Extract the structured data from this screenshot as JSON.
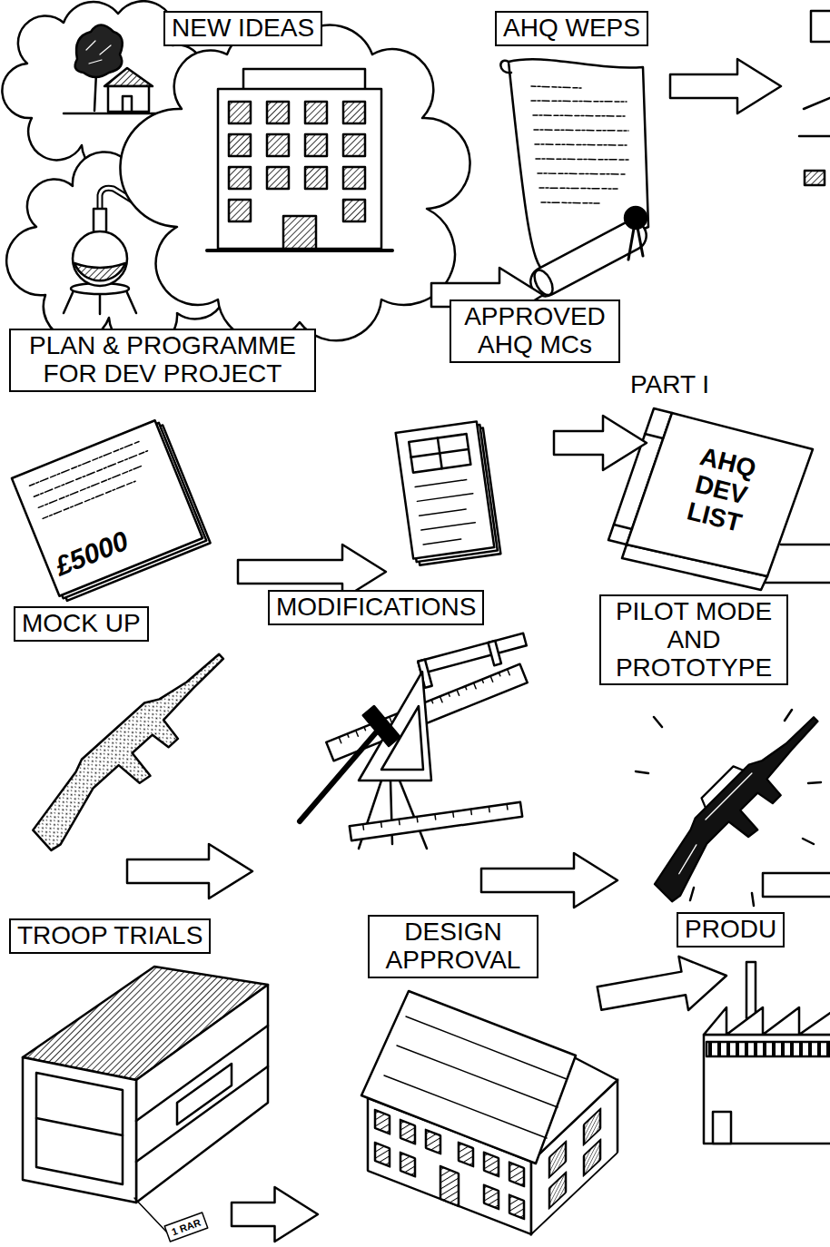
{
  "diagram": {
    "nodes": [
      {
        "text": [
          "NEW IDEAS"
        ]
      },
      {
        "text": [
          "AHQ WEPS"
        ]
      },
      {
        "text": [
          "PLAN & PROGRAMME FOR DEV PROJECT"
        ]
      },
      {
        "text": [
          "APPROVED AHQ MCs"
        ]
      },
      {
        "text": [
          "PART I"
        ]
      },
      {
        "text": [
          "MOCK UP"
        ]
      },
      {
        "text": [
          "MODIFICATIONS"
        ]
      },
      {
        "text": [
          "PILOT MODE AND PROTOTYPE"
        ]
      },
      {
        "text": [
          "TROOP TRIALS"
        ]
      },
      {
        "text": [
          "DESIGN APPROVAL"
        ]
      },
      {
        "text": [
          "PRODU"
        ]
      }
    ],
    "edges": [
      {
        "from": 0,
        "to": 1,
        "arrow": "to"
      },
      {
        "from": 2,
        "to": 3,
        "arrow": "to"
      },
      {
        "from": 3,
        "to": 4,
        "arrow": "to"
      },
      {
        "from": 5,
        "to": 6,
        "arrow": "to"
      },
      {
        "from": 6,
        "to": 7,
        "arrow": "to"
      },
      {
        "from": 8,
        "to": 9,
        "arrow": "to"
      },
      {
        "from": 9,
        "to": 10,
        "arrow": "to"
      }
    ],
    "labels": [
      "£5000",
      "AHQ DEV LIST",
      "1 RAR"
    ]
  }
}
